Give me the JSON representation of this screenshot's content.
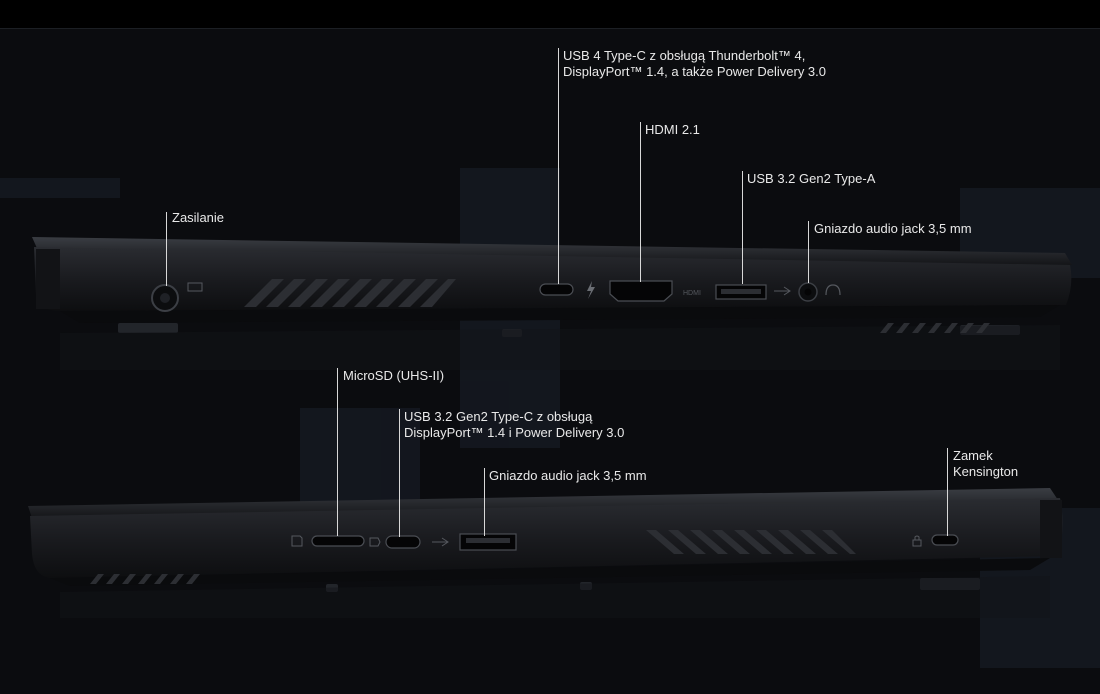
{
  "top_view": {
    "callouts": [
      {
        "id": "power",
        "text": [
          "Zasilanie"
        ]
      },
      {
        "id": "usb4",
        "text": [
          "USB 4 Type-C z obsługą Thunderbolt™ 4,",
          "DisplayPort™ 1.4, a także Power Delivery 3.0"
        ]
      },
      {
        "id": "hdmi",
        "text": [
          "HDMI 2.1"
        ]
      },
      {
        "id": "usba",
        "text": [
          "USB 3.2 Gen2 Type-A"
        ]
      },
      {
        "id": "audio",
        "text": [
          "Gniazdo audio jack 3,5 mm"
        ]
      }
    ]
  },
  "bottom_view": {
    "callouts": [
      {
        "id": "microsd",
        "text": [
          "MicroSD (UHS-II)"
        ]
      },
      {
        "id": "usbc",
        "text": [
          "USB 3.2 Gen2 Type-C z obsługą",
          "DisplayPort™ 1.4 i Power Delivery 3.0"
        ]
      },
      {
        "id": "audio2",
        "text": [
          "Gniazdo audio jack 3,5 mm"
        ]
      },
      {
        "id": "kensington",
        "text": [
          "Zamek",
          "Kensington"
        ]
      }
    ]
  },
  "port_marks": {
    "hdmi": "HDMI"
  },
  "colors": {
    "background": "#0b0c0f",
    "chassis": "#1b1d21",
    "callout_line": "#d8d8d8",
    "text": "#e9e9e9"
  },
  "icons": [
    "thunderbolt-icon",
    "usb-ss-icon",
    "headphone-icon",
    "sd-card-icon",
    "displayport-icon",
    "lock-icon",
    "power-dc-icon"
  ]
}
